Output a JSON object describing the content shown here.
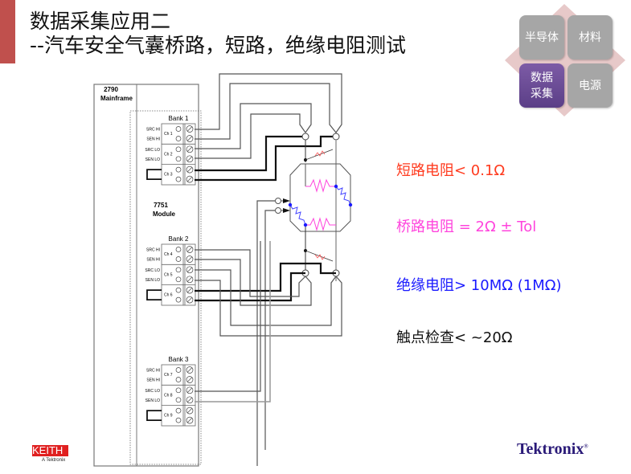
{
  "title": {
    "line1": "数据采集应用二",
    "line2": "--汽车安全气囊桥路，短路，绝缘电阻测试"
  },
  "category_tiles": [
    {
      "label": "半导体",
      "active": false
    },
    {
      "label": "材料",
      "active": false
    },
    {
      "label": "数据\n采集",
      "line1": "数据",
      "line2": "采集",
      "active": true
    },
    {
      "label": "电源",
      "active": false
    }
  ],
  "diagram": {
    "mainframe_label": [
      "2790",
      "Mainframe"
    ],
    "module_label": [
      "7751",
      "Module"
    ],
    "banks": [
      {
        "name": "Bank 1",
        "channels": [
          "Ch 1",
          "Ch 2",
          "Ch 3"
        ]
      },
      {
        "name": "Bank 2",
        "channels": [
          "Ch 4",
          "Ch 5",
          "Ch 6"
        ]
      },
      {
        "name": "Bank 3",
        "channels": [
          "Ch 7",
          "Ch 8",
          "Ch 9"
        ]
      }
    ],
    "terminal_labels": [
      "SRC HI",
      "SEN HI",
      "SRC LO",
      "SEN LO"
    ]
  },
  "notes": [
    {
      "text": "短路电阻< 0.1Ω",
      "color": "#ff3b1f"
    },
    {
      "text": "桥路电阻 = 2Ω ± Tol",
      "color": "#ff44dd"
    },
    {
      "text": "绝缘电阻> 10MΩ (1MΩ)",
      "color": "#1a1aff"
    },
    {
      "text": "触点检查< ~20Ω",
      "color": "#111111"
    }
  ],
  "logos": {
    "keithley": "KEITH",
    "keithley_sub": "A Tektronix",
    "tektronix": "Tektronix",
    "tektronix_mark": "®"
  },
  "colors": {
    "accent_bar": "#c0504d",
    "tile_gray": "#a6a6a6",
    "tile_active": "#6b4c96"
  }
}
